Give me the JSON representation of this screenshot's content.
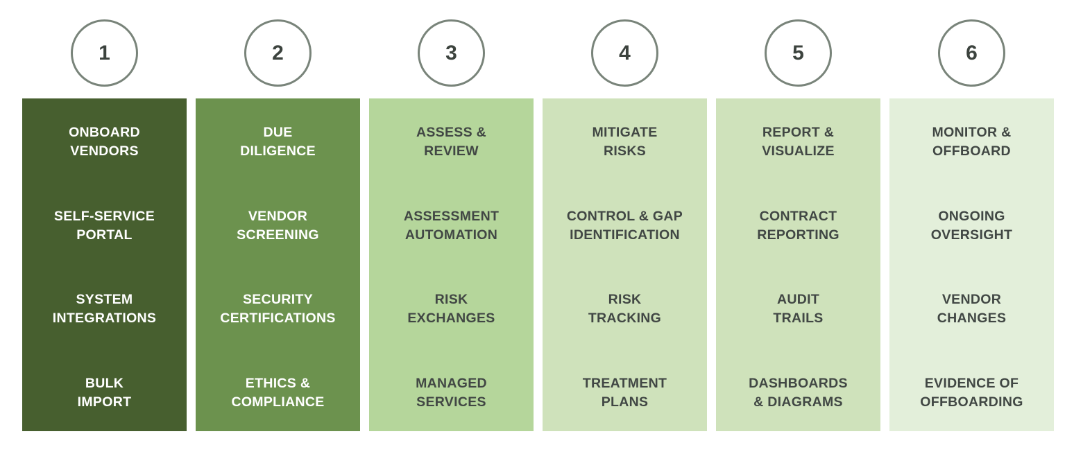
{
  "diagram": {
    "name": "vendor-risk-management-lifecycle",
    "circle_border_color": "#79847a",
    "circle_number_color": "#3c433e",
    "steps": [
      {
        "number": "1",
        "bg_color": "#475f2f",
        "text_color": "#ffffff",
        "title": "ONBOARD\nVENDORS",
        "items": [
          "SELF-SERVICE\nPORTAL",
          "SYSTEM\nINTEGRATIONS",
          "BULK\nIMPORT"
        ]
      },
      {
        "number": "2",
        "bg_color": "#6c924e",
        "text_color": "#ffffff",
        "title": "DUE\nDILIGENCE",
        "items": [
          "VENDOR\nSCREENING",
          "SECURITY\nCERTIFICATIONS",
          "ETHICS &\nCOMPLIANCE"
        ]
      },
      {
        "number": "3",
        "bg_color": "#b5d69b",
        "text_color": "#414744",
        "title": "ASSESS &\nREVIEW",
        "items": [
          "ASSESSMENT\nAUTOMATION",
          "RISK\nEXCHANGES",
          "MANAGED\nSERVICES"
        ]
      },
      {
        "number": "4",
        "bg_color": "#cfe2bb",
        "text_color": "#414744",
        "title": "MITIGATE\nRISKS",
        "items": [
          "CONTROL & GAP\nIDENTIFICATION",
          "RISK\nTRACKING",
          "TREATMENT\nPLANS"
        ]
      },
      {
        "number": "5",
        "bg_color": "#cfe2bb",
        "text_color": "#414744",
        "title": "REPORT &\nVISUALIZE",
        "items": [
          "CONTRACT\nREPORTING",
          "AUDIT\nTRAILS",
          "DASHBOARDS\n& DIAGRAMS"
        ]
      },
      {
        "number": "6",
        "bg_color": "#e3efda",
        "text_color": "#414744",
        "title": "MONITOR &\nOFFBOARD",
        "items": [
          "ONGOING\nOVERSIGHT",
          "VENDOR\nCHANGES",
          "EVIDENCE OF\nOFFBOARDING"
        ]
      }
    ]
  }
}
